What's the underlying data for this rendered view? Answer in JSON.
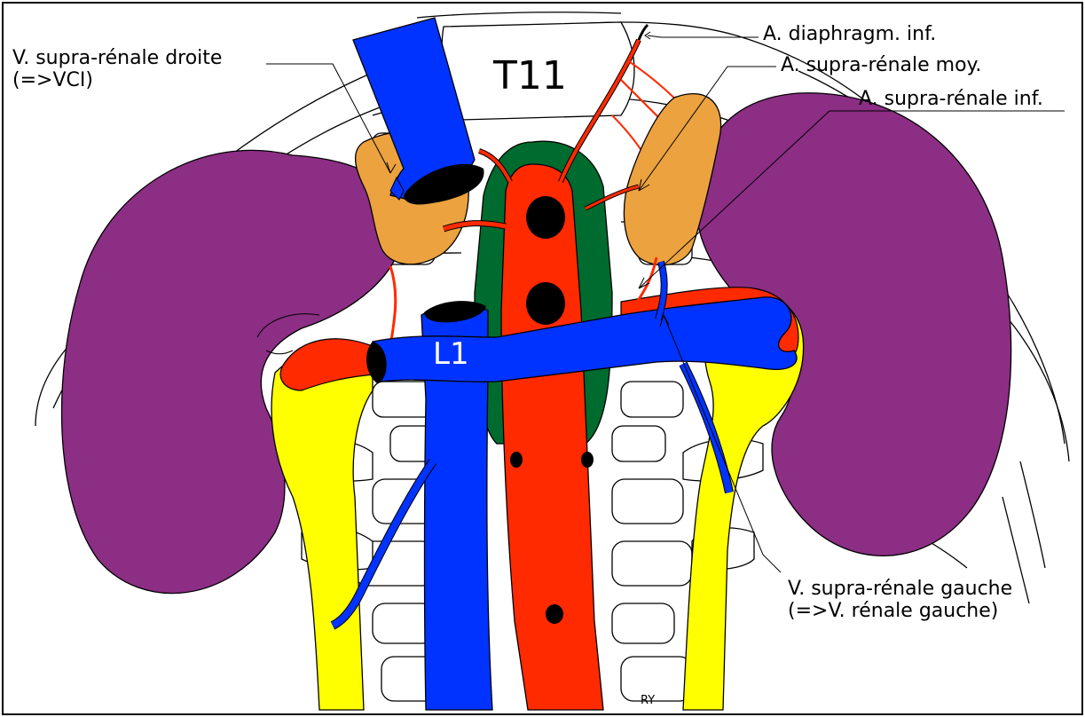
{
  "labels": {
    "v_suprarenale_droite_line1": "V. supra-rénale droite",
    "v_suprarenale_droite_line2": "(=>VCI)",
    "a_diaphragm_inf": "A. diaphragm. inf.",
    "a_suprarenale_moy": "A. supra-rénale moy.",
    "a_suprarenale_inf": "A. supra-rénale inf.",
    "v_suprarenale_gauche_line1": "V. supra-rénale gauche",
    "v_suprarenale_gauche_line2": "(=>V. rénale gauche)",
    "vertebra_t11": "T11",
    "vertebra_l1": "L1",
    "signature": "RY"
  },
  "colors": {
    "kidney": "#8b2e84",
    "adrenal": "#eba23f",
    "aorta": "#ff2a00",
    "vein": "#0033ff",
    "ureter": "#ffff00",
    "crus": "#006b2e",
    "black": "#000000"
  }
}
